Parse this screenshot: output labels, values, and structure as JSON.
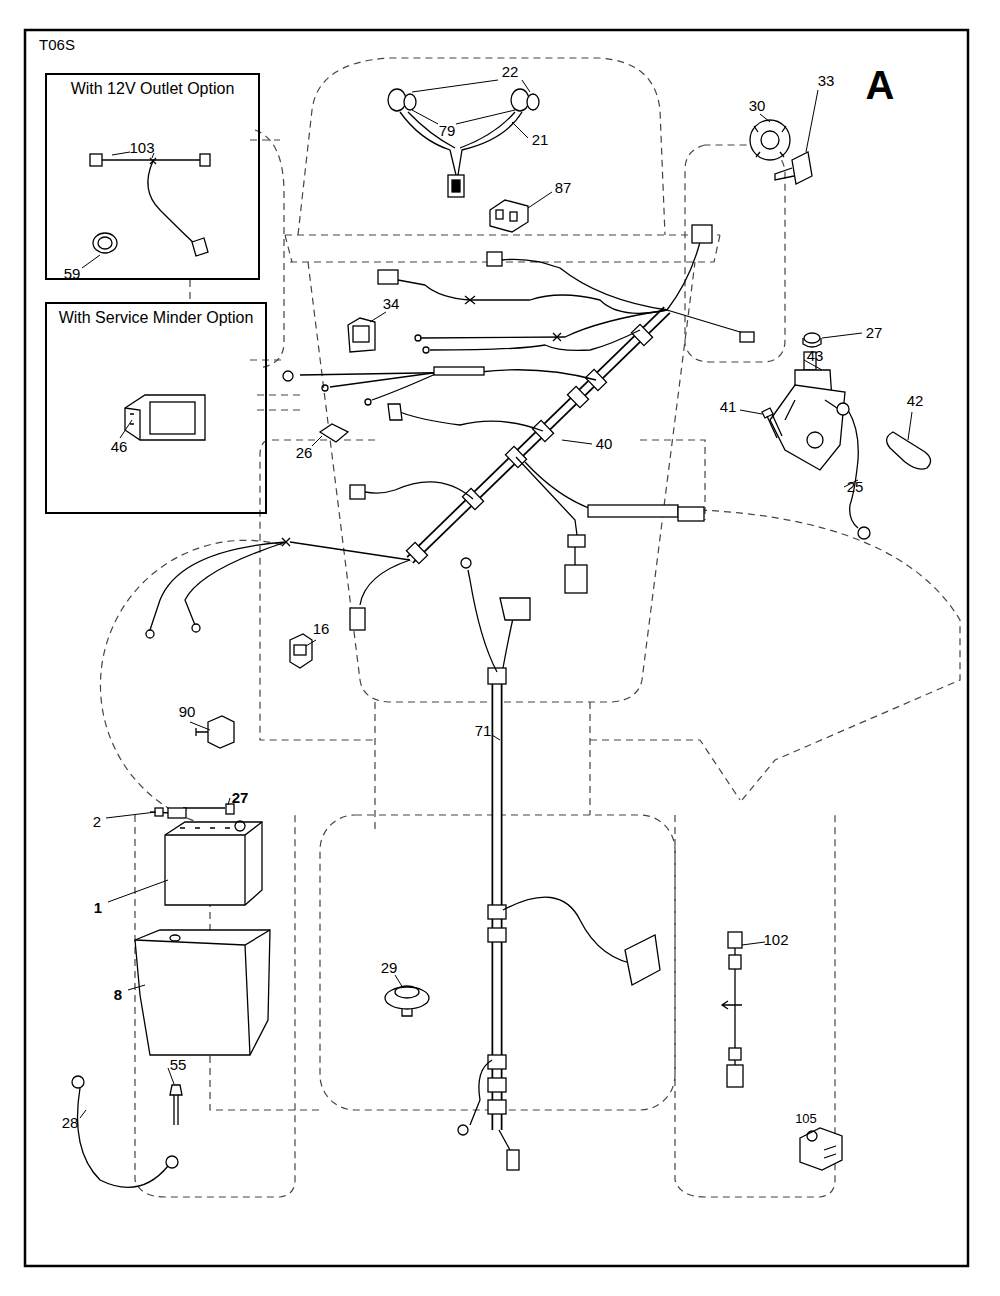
{
  "diagram": {
    "nodes": [
      {
        "text": [
          "With 12V Outlet Option"
        ]
      },
      {
        "text": [
          "With Service Minder Option"
        ]
      }
    ],
    "labels": [
      "T06S",
      "A",
      "22",
      "79",
      "21",
      "87",
      "30",
      "33",
      "103",
      "59",
      "46",
      "34",
      "40",
      "26",
      "27",
      "43",
      "41",
      "42",
      "25",
      "16",
      "90",
      "71",
      "27",
      "2",
      "1",
      "8",
      "29",
      "102",
      "105",
      "28",
      "55"
    ]
  }
}
